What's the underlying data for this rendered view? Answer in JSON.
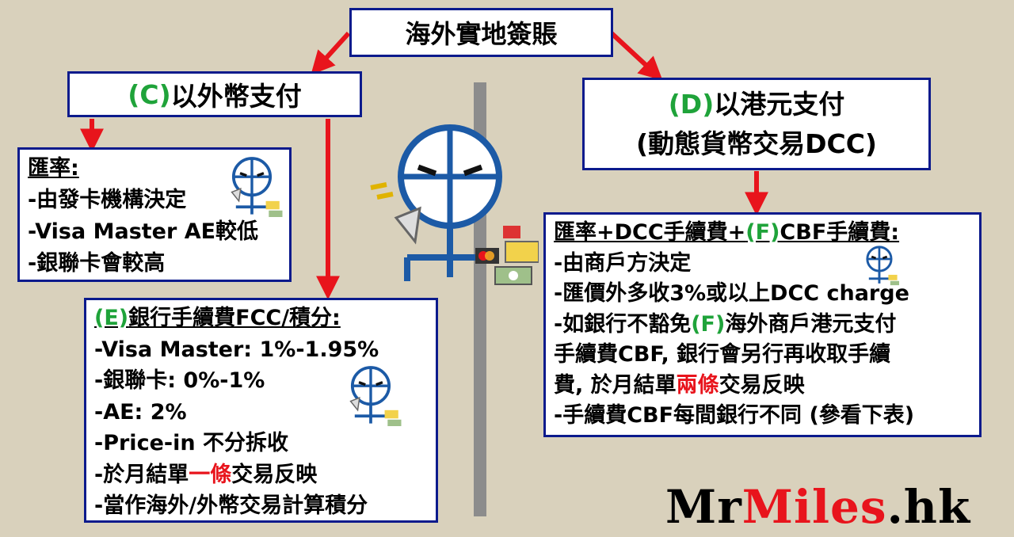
{
  "root": {
    "title": "海外實地簽賬"
  },
  "left_branch": {
    "prefix": "(C)",
    "title": "以外幣支付",
    "rate_box": {
      "heading": "匯率:",
      "items": [
        "-由發卡機構決定",
        "-Visa Master AE較低",
        "-銀聯卡會較高"
      ]
    },
    "fee_box": {
      "heading_prefix": "(E)",
      "heading": "銀行手續費FCC/積分:",
      "items": [
        "-Visa Master: 1%-1.95%",
        "-銀聯卡: 0%-1%",
        "-AE: 2%",
        "-Price-in 不分拆收"
      ],
      "statement_pre": "-於月結單",
      "statement_highlight": "一條",
      "statement_post": "交易反映",
      "last_item": "-當作海外/外幣交易計算積分"
    }
  },
  "right_branch": {
    "prefix": "(D)",
    "title": "以港元支付",
    "subtitle": "(動態貨幣交易DCC)",
    "detail_box": {
      "heading_pre": "匯率+DCC手續費+",
      "heading_highlight": "(F)",
      "heading_post": "CBF手續費:",
      "line1": "-由商戶方決定",
      "line2": "-匯價外多收3%或以上DCC charge",
      "line3_pre": "-如銀行不豁免",
      "line3_highlight": "(F)",
      "line3_post": "海外商戶港元支付",
      "line4": "手續費CBF, 銀行會另行再收取手續",
      "line5_pre": "費, 於月結單",
      "line5_highlight": "兩條",
      "line5_post": "交易反映",
      "line6": "-手續費CBF每間銀行不同 (參看下表)"
    }
  },
  "brand": {
    "part1": "Mr",
    "part2": "Miles",
    "part3": ".hk"
  },
  "colors": {
    "border": "#0b1a8c",
    "arrow": "#e8141c",
    "green": "#1fa33a",
    "red": "#e8141c",
    "background": "#d9d1bc"
  }
}
